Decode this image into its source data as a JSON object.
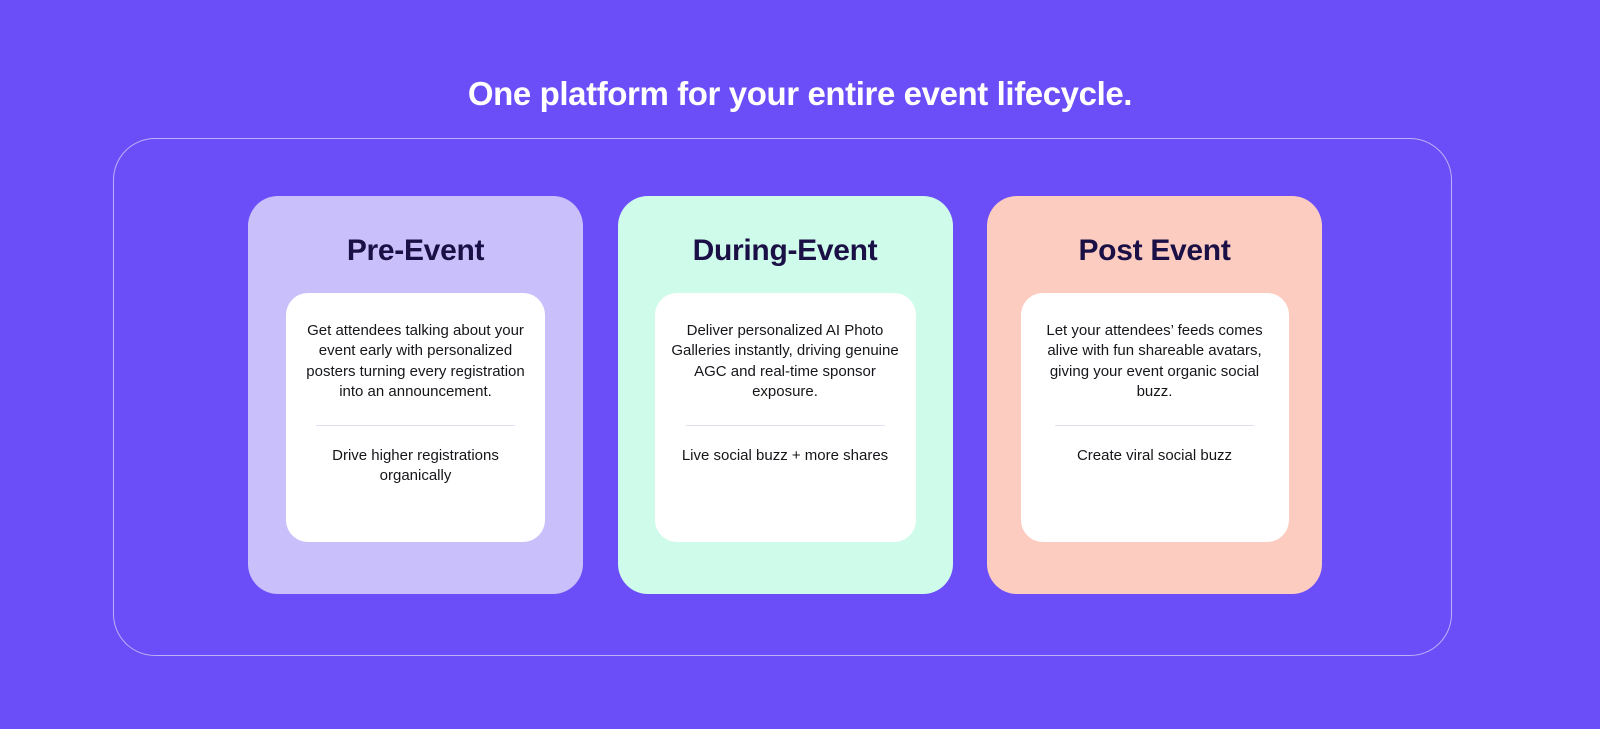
{
  "theme": {
    "background": "#6B4EF8",
    "frame_border": "#BDB0F7",
    "heading_color": "#FFFFFF",
    "title_color": "#1B1046",
    "body_color": "#15161A",
    "panel_background": "#FFFFFF",
    "divider_color": "#E2DEF4"
  },
  "heading": {
    "text": "One platform for your entire event lifecycle."
  },
  "cards": [
    {
      "title": "Pre-Event",
      "accent": "#C9BFFB",
      "description": "Get attendees talking about your event early with personalized posters turning every registration into an announcement.",
      "outcome": "Drive higher registrations organically"
    },
    {
      "title": "During-Event",
      "accent": "#CFFBEB",
      "description": "Deliver personalized AI Photo Galleries instantly, driving genuine AGC and real-time sponsor exposure.",
      "outcome": "Live social buzz + more shares"
    },
    {
      "title": "Post Event",
      "accent": "#FCCCC1",
      "description": "Let your attendees’ feeds comes alive with fun shareable avatars, giving your event organic social buzz.",
      "outcome": "Create viral social buzz"
    }
  ]
}
